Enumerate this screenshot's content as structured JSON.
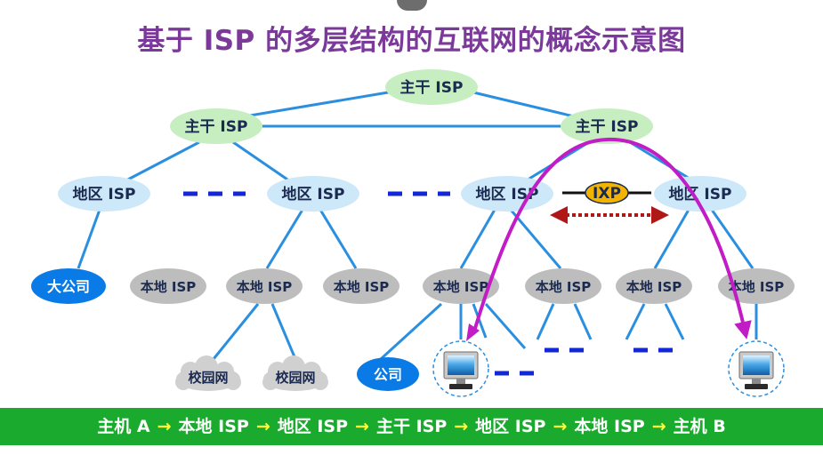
{
  "title": "基于 ISP 的多层结构的互联网的概念示意图",
  "labels": {
    "backbone": "主干 ISP",
    "regional": "地区 ISP",
    "local": "本地 ISP",
    "ixp": "IXP",
    "big_company": "大公司",
    "campus": "校园网",
    "company": "公司"
  },
  "path_bar": {
    "steps": [
      "主机 A",
      "本地 ISP",
      "地区 ISP",
      "主干 ISP",
      "地区 ISP",
      "本地 ISP",
      "主机 B"
    ],
    "arrow": "→"
  },
  "colors": {
    "title": "#7b3a9a",
    "backbone_fill": "#c6eec0",
    "regional_fill": "#cde8f8",
    "local_fill": "#bdbdbd",
    "company_fill": "#0a7be6",
    "link_line": "#2b8fe0",
    "dashed_link": "#1228d8",
    "ixp_fill": "#f2b400",
    "ixp_arrow": "#b01818",
    "route_arrow": "#c21cc6",
    "bar_fill": "#1aab2e",
    "bar_arrow": "#ffff33"
  },
  "icons": {
    "host": "computer-monitor-icon",
    "campus": "cloud-icon"
  }
}
